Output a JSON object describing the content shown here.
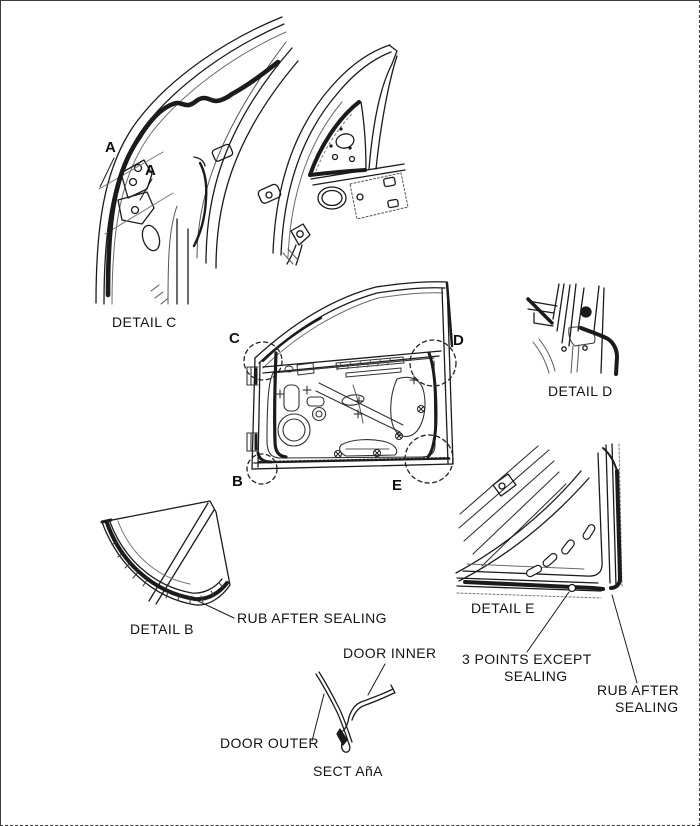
{
  "page": {
    "ink_color": "#1b1b1b",
    "background": "#ffffff",
    "border_color": "#3c3c3c"
  },
  "labels": {
    "detail_c": "DETAIL C",
    "detail_d": "DETAIL D",
    "detail_b": "DETAIL B",
    "detail_e": "DETAIL E",
    "rub_after_sealing_b": "RUB AFTER SEALING",
    "three_points_line1": "3 POINTS EXCEPT",
    "three_points_line2": "SEALING",
    "rub_after_line1": "RUB AFTER",
    "rub_after_line2": "SEALING",
    "door_inner": "DOOR INNER",
    "door_outer": "DOOR OUTER",
    "sect": "SECT AñA"
  },
  "markers": {
    "a1": "A",
    "a2": "A",
    "b": "B",
    "c": "C",
    "d": "D",
    "e": "E"
  }
}
